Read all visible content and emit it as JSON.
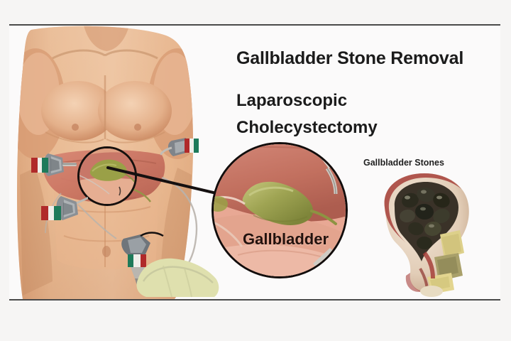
{
  "page": {
    "background_color": "#f6f5f4",
    "canvas_color": "#fbfafa",
    "rule_color": "#4a4a4a"
  },
  "titles": {
    "main": "Gallbladder Stone Removal",
    "sub_line1": "Laparoscopic",
    "sub_line2": "Cholecystectomy",
    "text_color": "#1b1b1b"
  },
  "labels": {
    "gallbladder": "Gallbladder",
    "gallbladder_stones": "Gallbladder Stones"
  },
  "illustration": {
    "torso": {
      "name": "male-abdomen-torso",
      "skin_color": "#e8b68e",
      "skin_shadow": "#c98f65",
      "liver_color": "#cf7a68",
      "gallbladder_color": "#9aa047"
    },
    "magnifier": {
      "name": "magnifier-circle",
      "border_color": "#16100e"
    },
    "inset": {
      "name": "magnified-laparoscopic-view",
      "border_color": "#120d0c",
      "liver_color": "#c9796a",
      "gallbladder_color": "#9b9f4e",
      "tissue_color": "#e9b6a4"
    },
    "specimen": {
      "name": "opened-gallbladder-specimen",
      "stone_dark_color": "#2e2a1d",
      "stone_yellow_color": "#ddd08a",
      "wall_color": "#e8d9c8",
      "blood_color": "#a6403a"
    },
    "trocars": [
      {
        "name": "trocar-left-upper",
        "valve_colors": [
          "#b02a2a",
          "#1e7a5a",
          "#f0efea"
        ]
      },
      {
        "name": "trocar-left-lower",
        "valve_colors": [
          "#b02a2a",
          "#1e7a5a",
          "#f0efea"
        ]
      },
      {
        "name": "trocar-right-upper",
        "valve_colors": [
          "#b02a2a",
          "#1e7a5a",
          "#f0efea"
        ]
      },
      {
        "name": "trocar-center-lower",
        "valve_colors": [
          "#1e7a5a",
          "#f0efea",
          "#b02a2a"
        ]
      }
    ],
    "glove": {
      "name": "surgeon-glove",
      "color": "#dfe0ae"
    }
  }
}
